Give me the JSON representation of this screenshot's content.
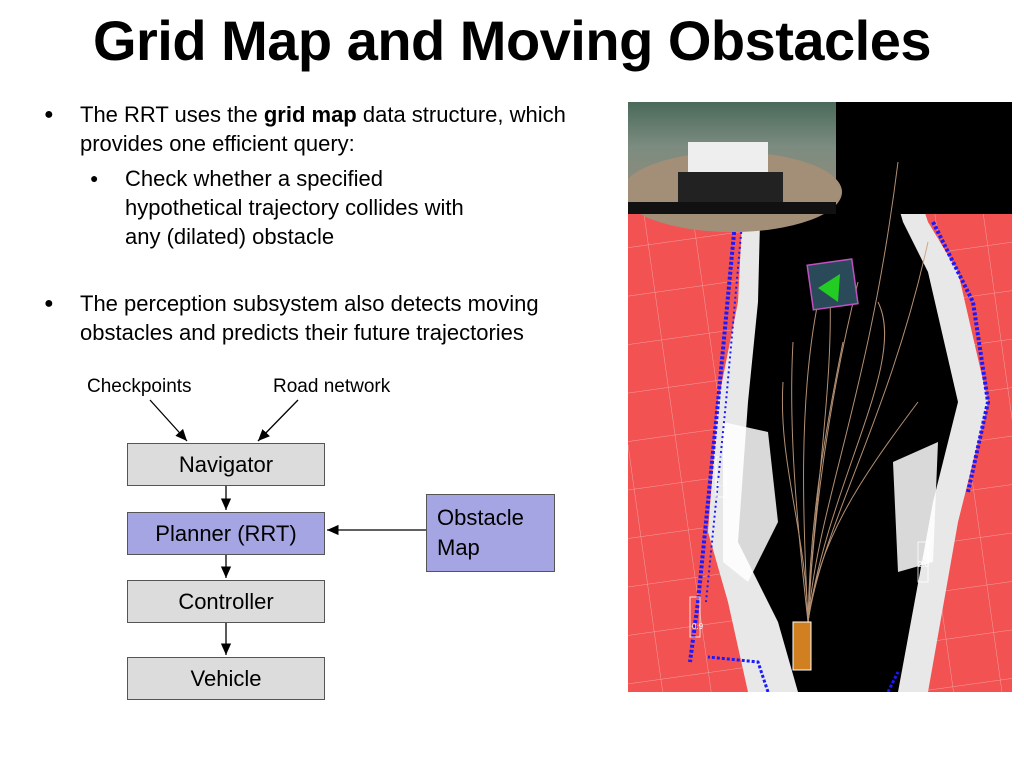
{
  "slide": {
    "title": "Grid Map and Moving Obstacles"
  },
  "bullets": {
    "b1_pre": "The RRT uses the ",
    "b1_bold": "grid map",
    "b1_post": " data structure, which provides one efficient query:",
    "b1_sub": "Check whether a specified hypothetical trajectory collides with any (dilated) obstacle",
    "b2": "The perception subsystem also detects moving obstacles and predicts their future trajectories"
  },
  "diagram": {
    "input_checkpoints": "Checkpoints",
    "input_road_network": "Road network",
    "navigator": "Navigator",
    "planner": "Planner (RRT)",
    "controller": "Controller",
    "vehicle": "Vehicle",
    "obstacle_map": "Obstacle Map"
  },
  "colors": {
    "gray_box": "#dcdcdc",
    "blue_box": "#a5a5e3",
    "map_red": "#f25252",
    "map_blue": "#1a1aff",
    "target_green": "#22cc22"
  },
  "figure": {
    "labels": [
      "1.1",
      "2.0",
      "0.9"
    ]
  }
}
